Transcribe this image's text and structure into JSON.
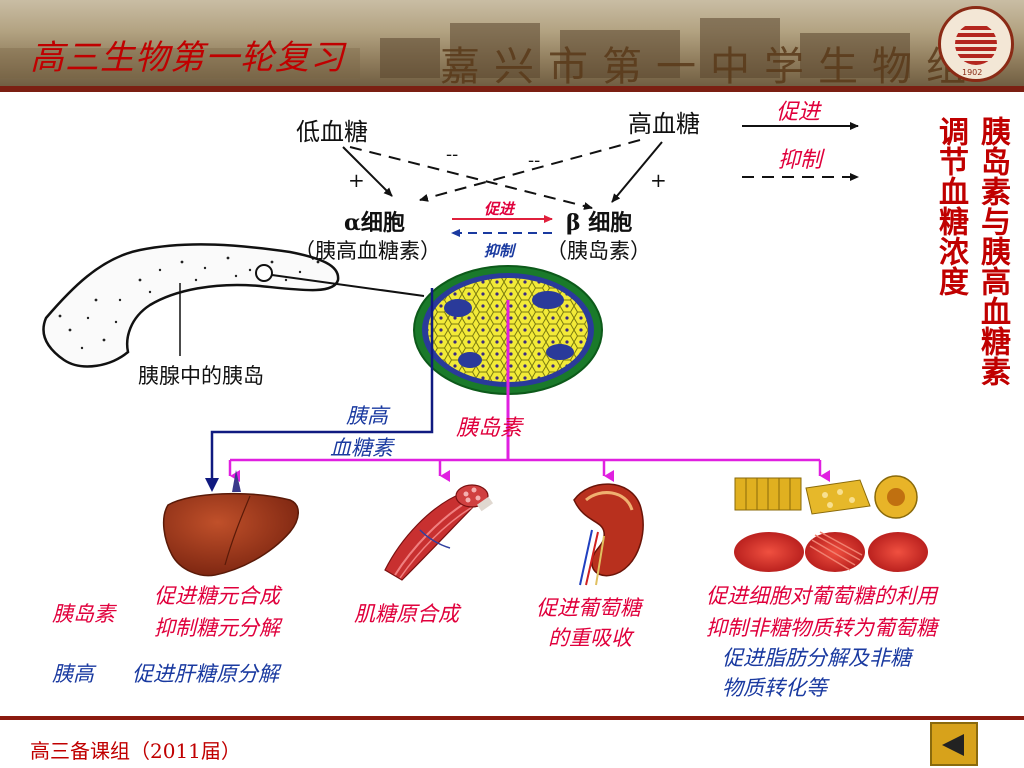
{
  "header": {
    "course_title": "高三生物第一轮复习",
    "school_name": "嘉兴市第一中学生物组",
    "logo_year": "1902"
  },
  "legend": {
    "promote": "促进",
    "inhibit": "抑制"
  },
  "diagram": {
    "low_glucose": "低血糖",
    "high_glucose": "高血糖",
    "plus_left": "+",
    "plus_right": "+",
    "minus_left": "--",
    "minus_right": "--",
    "alpha_cell": "α细胞",
    "alpha_hormone": "（胰高血糖素）",
    "beta_cell": "β 细胞",
    "beta_hormone": "（胰岛素）",
    "mid_promote": "促进",
    "mid_inhibit": "抑制",
    "pancreas_label": "胰腺中的胰岛",
    "glucagon_label_1": "胰高",
    "glucagon_label_2": "血糖素",
    "insulin_label": "胰岛素"
  },
  "side_title": {
    "col1": "胰岛素与胰高血糖素",
    "col2": "调节血糖浓度"
  },
  "effects": {
    "insulin_name": "胰岛素",
    "glucagon_name": "胰高",
    "liver_line1": "促进糖元合成",
    "liver_line2": "抑制糖元分解",
    "liver_glucagon": "促进肝糖原分解",
    "muscle": "肌糖原合成",
    "kidney_line1": "促进葡萄糖",
    "kidney_line2": "的重吸收",
    "cells_line1": "促进细胞对葡萄糖的利用",
    "cells_line2": "抑制非糖物质转为葡萄糖",
    "cells_glucagon_1": "促进脂肪分解及非糖",
    "cells_glucagon_2": "物质转化等"
  },
  "footer": {
    "text": "高三备课组（2011届）"
  },
  "colors": {
    "title_red": "#c00000",
    "effect_red": "#e0003c",
    "effect_blue": "#1a3aa0",
    "magenta": "#e020e0",
    "navy": "#101a80"
  }
}
